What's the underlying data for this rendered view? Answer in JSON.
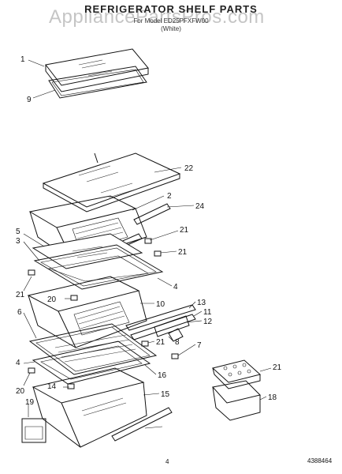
{
  "header": {
    "title": "REFRIGERATOR SHELF PARTS",
    "subtitle": "For Model ED25PFXFW00",
    "variant": "(White)",
    "watermark": "AppliancePartsPros.com"
  },
  "callouts": [
    "1",
    "9",
    "22",
    "2",
    "24",
    "21",
    "5",
    "3",
    "21",
    "21",
    "4",
    "20",
    "10",
    "13",
    "11",
    "12",
    "6",
    "8",
    "21",
    "7",
    "4",
    "16",
    "21",
    "20",
    "14",
    "15",
    "18",
    "19"
  ],
  "footer": {
    "page_number": "4",
    "figure_code": "4388464"
  }
}
